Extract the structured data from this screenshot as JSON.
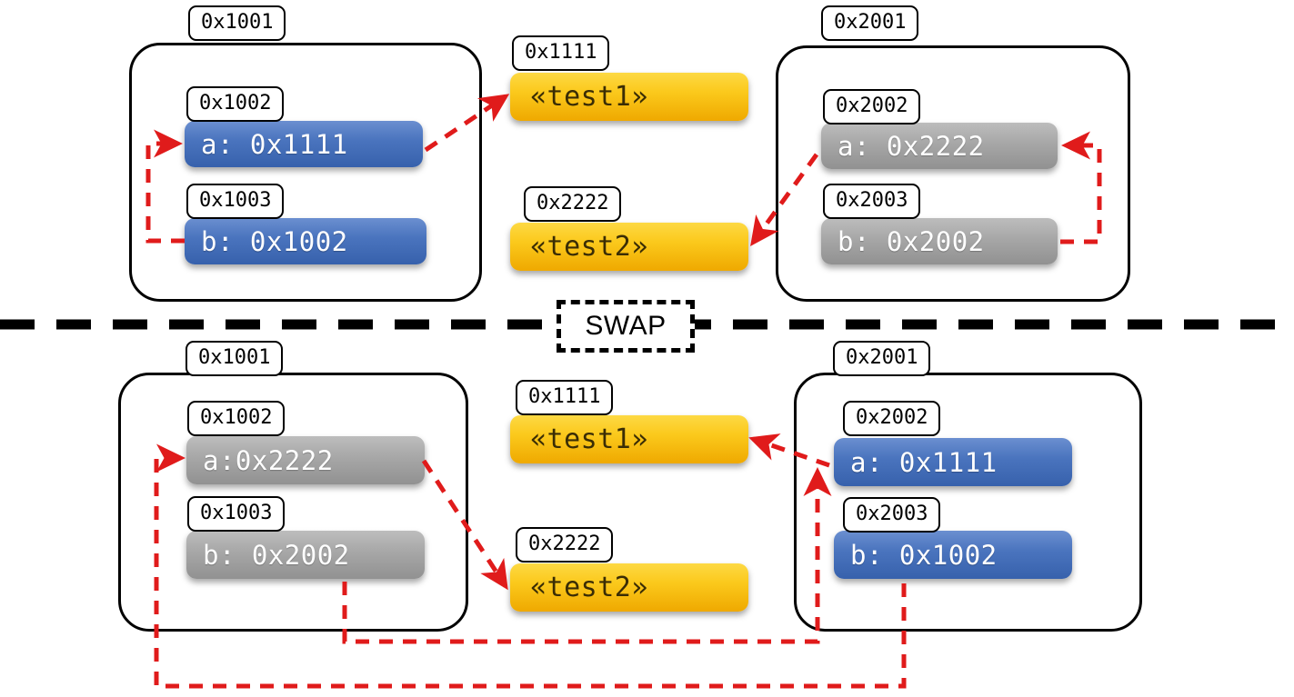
{
  "diagram": {
    "title": "Pointer swap memory diagram",
    "divider_label": "SWAP",
    "accent_arrow_color": "#e01b1b",
    "colors": {
      "blue": "#4a74be",
      "gray": "#a8a8a8",
      "yellow": "#fbc91c",
      "outline": "#000000"
    }
  },
  "before": {
    "left_frame": {
      "address": "0x1001",
      "slots": [
        {
          "address": "0x1002",
          "value": "a: 0x1111",
          "style": "blue"
        },
        {
          "address": "0x1003",
          "value": "b: 0x1002",
          "style": "blue"
        }
      ]
    },
    "heap": [
      {
        "address": "0x1111",
        "value": "«test1»",
        "style": "yellow"
      },
      {
        "address": "0x2222",
        "value": "«test2»",
        "style": "yellow"
      }
    ],
    "right_frame": {
      "address": "0x2001",
      "slots": [
        {
          "address": "0x2002",
          "value": "a: 0x2222",
          "style": "gray"
        },
        {
          "address": "0x2003",
          "value": "b: 0x2002",
          "style": "gray"
        }
      ]
    }
  },
  "after": {
    "left_frame": {
      "address": "0x1001",
      "slots": [
        {
          "address": "0x1002",
          "value": "a:0x2222",
          "style": "gray"
        },
        {
          "address": "0x1003",
          "value": "b: 0x2002",
          "style": "gray"
        }
      ]
    },
    "heap": [
      {
        "address": "0x1111",
        "value": "«test1»",
        "style": "yellow"
      },
      {
        "address": "0x2222",
        "value": "«test2»",
        "style": "yellow"
      }
    ],
    "right_frame": {
      "address": "0x2001",
      "slots": [
        {
          "address": "0x2002",
          "value": "a: 0x1111",
          "style": "blue"
        },
        {
          "address": "0x2003",
          "value": "b: 0x1002",
          "style": "blue"
        }
      ]
    }
  }
}
